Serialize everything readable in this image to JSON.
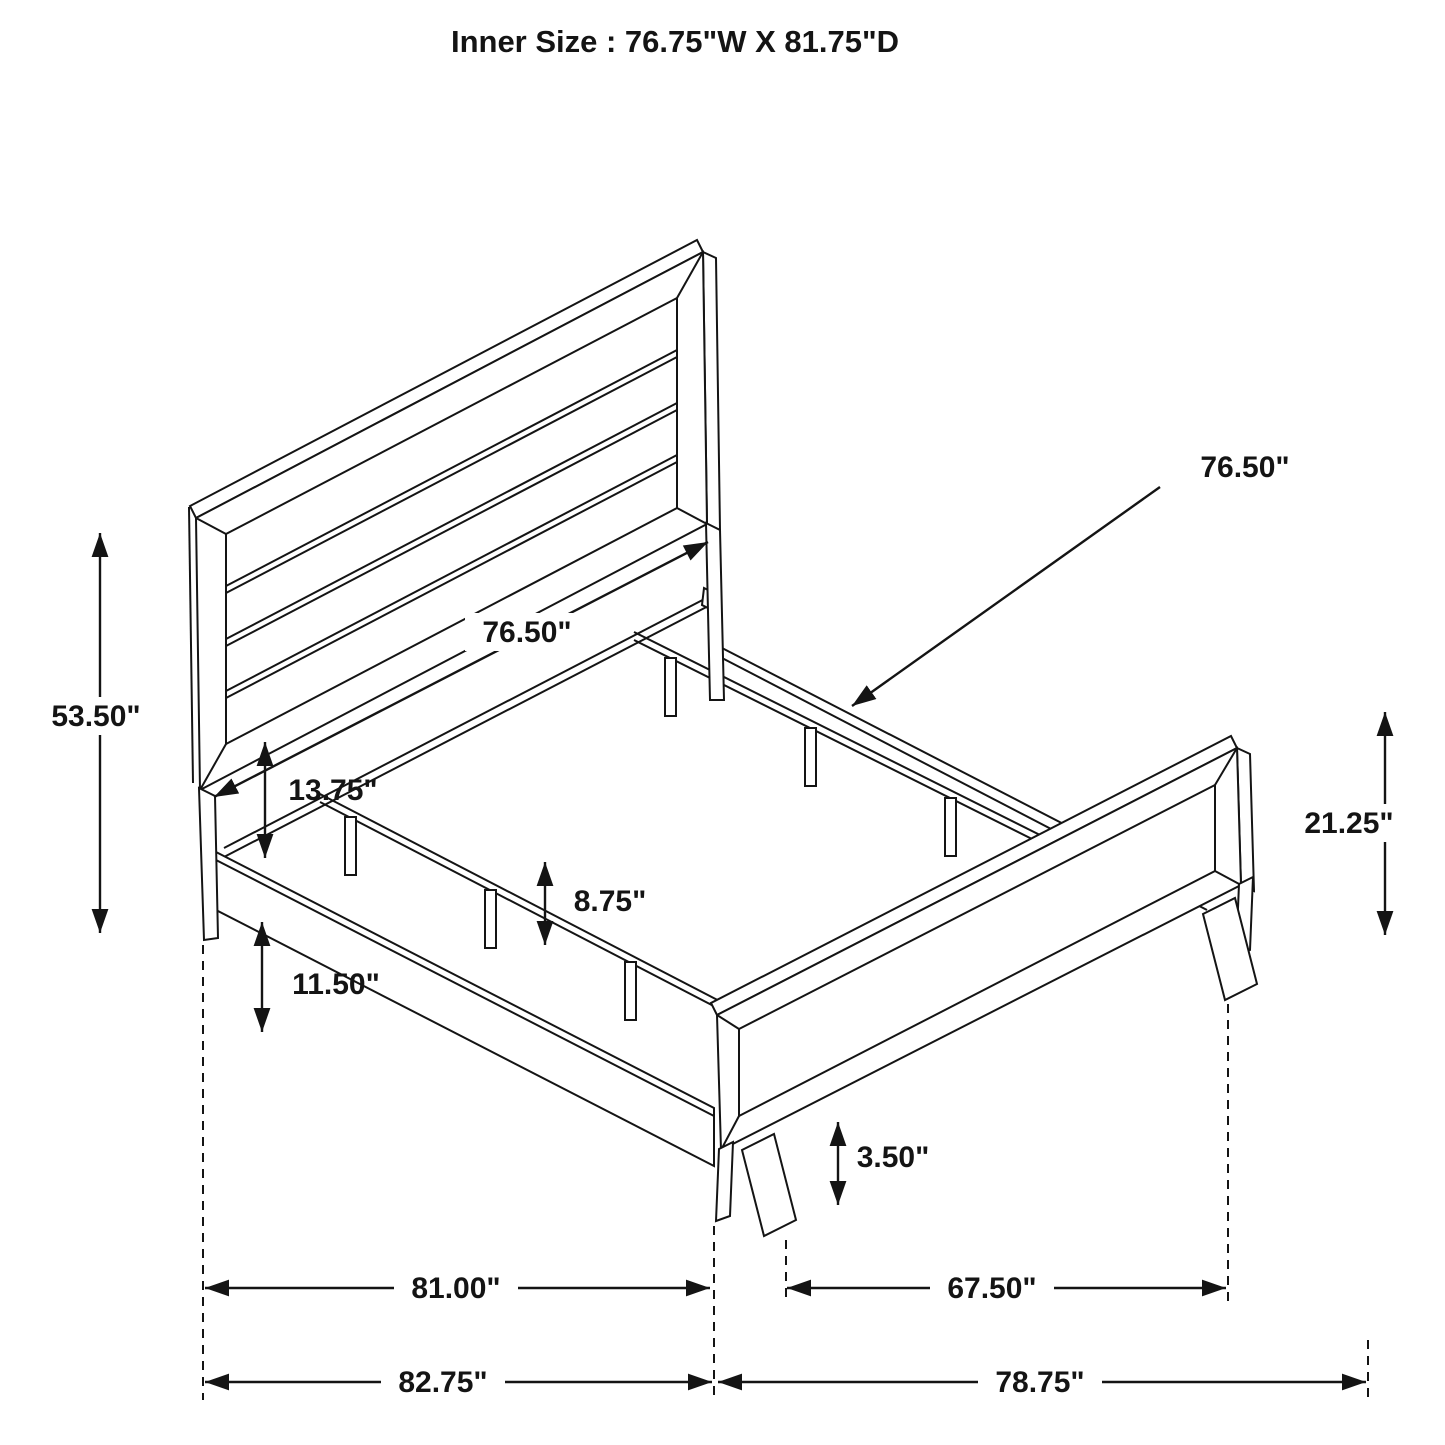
{
  "title": "Inner Size : 76.75\"W X 81.75\"D",
  "diagram": {
    "type": "isometric bed frame dimension drawing",
    "colors": {
      "line": "#141414",
      "background": "#ffffff"
    }
  },
  "dims": {
    "rail_width": "76.50\"",
    "headboard_width": "76.50\"",
    "headboard_height": "53.50\"",
    "headboard_to_rail_gap": "13.75\"",
    "rail_to_floor": "11.50\"",
    "support_rail_height": "8.75\"",
    "footboard_height": "21.25\"",
    "foot_height": "3.50\"",
    "frame_length": "81.00\"",
    "footboard_span": "67.50\"",
    "overall_length": "82.75\"",
    "overall_width": "78.75\""
  }
}
